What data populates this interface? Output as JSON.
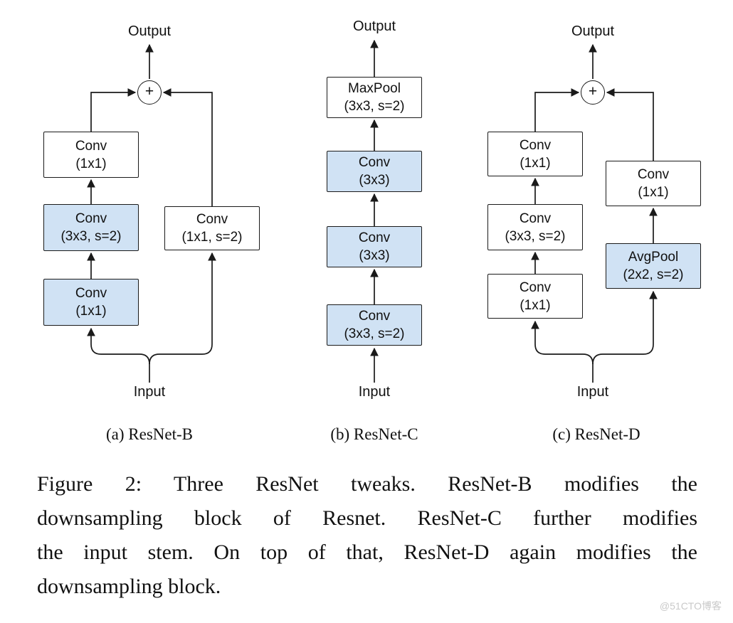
{
  "colors": {
    "block-blue": "#d0e2f4",
    "line": "#1a1a1a",
    "text": "#111111"
  },
  "diagrams": [
    {
      "caption": "(a) ResNet-B",
      "output_label": "Output",
      "input_label": "Input",
      "plus": "+",
      "blocks": [
        {
          "line1": "Conv",
          "line2": "(1x1)"
        },
        {
          "line1": "Conv",
          "line2": "(3x3, s=2)"
        },
        {
          "line1": "Conv",
          "line2": "(1x1)"
        },
        {
          "line1": "Conv",
          "line2": "(1x1, s=2)"
        }
      ]
    },
    {
      "caption": "(b) ResNet-C",
      "output_label": "Output",
      "input_label": "Input",
      "blocks": [
        {
          "line1": "MaxPool",
          "line2": "(3x3, s=2)"
        },
        {
          "line1": "Conv",
          "line2": "(3x3)"
        },
        {
          "line1": "Conv",
          "line2": "(3x3)"
        },
        {
          "line1": "Conv",
          "line2": "(3x3, s=2)"
        }
      ]
    },
    {
      "caption": "(c) ResNet-D",
      "output_label": "Output",
      "input_label": "Input",
      "plus": "+",
      "blocks": [
        {
          "line1": "Conv",
          "line2": "(1x1)"
        },
        {
          "line1": "Conv",
          "line2": "(3x3, s=2)"
        },
        {
          "line1": "Conv",
          "line2": "(1x1)"
        },
        {
          "line1": "Conv",
          "line2": "(1x1)"
        },
        {
          "line1": "AvgPool",
          "line2": "(2x2, s=2)"
        }
      ]
    }
  ],
  "figure_caption": {
    "lines": [
      "Figure 2: Three ResNet tweaks. ResNet-B modifies the",
      "downsampling block of Resnet. ResNet-C further modifies",
      "the input stem. On top of that, ResNet-D again modifies the",
      "downsampling block."
    ]
  },
  "watermark": {
    "text": "@51CTO博客"
  }
}
